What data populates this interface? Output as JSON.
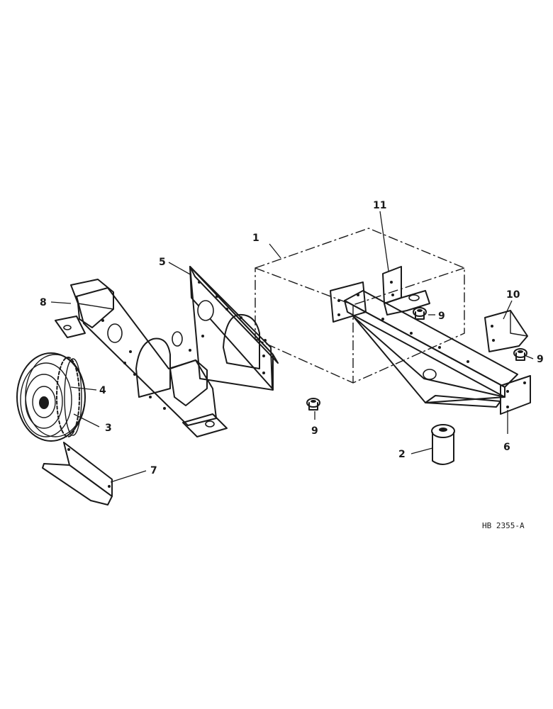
{
  "callouts": {
    "c1": "1",
    "c2": "2",
    "c3": "3",
    "c4": "4",
    "c5": "5",
    "c6": "6",
    "c7": "7",
    "c8": "8",
    "c9a": "9",
    "c9b": "9",
    "c9c": "9",
    "c10": "10",
    "c11": "11"
  },
  "reference_code": "HB 2355-A"
}
